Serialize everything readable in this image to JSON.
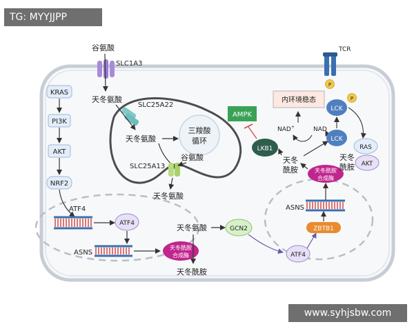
{
  "watermarks": {
    "top_left": "TG: MYYJJPP",
    "bottom_right": "www.syhjsbw.com"
  },
  "labels": {
    "glutamate_outside": "谷氨酸",
    "slc1a3": "SLC1A3",
    "aspartate_in": "天冬氨酸",
    "slc25a22": "SLC25A22",
    "aspartate_mito": "天冬氨酸",
    "tca_line1": "三羧酸",
    "tca_line2": "循环",
    "slc25a13": "SLC25A13",
    "glutamate_mito": "谷氨酸",
    "aspartate_out_mito": "天冬氨酸",
    "kras": "KRAS",
    "pi3k": "PI3K",
    "akt_left": "AKT",
    "nrf2": "NRF2",
    "atf4_label": "ATF4",
    "atf4_protein": "ATF4",
    "asns_left": "ASNS",
    "asns_enzyme_line1": "天冬酰胺",
    "asns_enzyme_line2": "合成酶",
    "aspartate_center": "天冬氨酸",
    "asparagine_center": "天冬酰胺",
    "gcn2": "GCN2",
    "atf4_right": "ATF4",
    "zbtb1": "ZBTB1",
    "asns_right": "ASNS",
    "asns_enzyme_right_line1": "天冬酰胺",
    "asns_enzyme_right_line2": "合成酶",
    "asparagine_right_line1": "天冬",
    "asparagine_right_line2": "酰胺",
    "ampk": "AMPK",
    "lkb1": "LKB1",
    "homeostasis": "内环境稳态",
    "nad_plus": "NAD",
    "nad_plus_sup": "+",
    "nad": "NAD",
    "lck_top": "LCK",
    "lck_bottom": "LCK",
    "p_top": "P",
    "p_right": "P",
    "ras": "RAS",
    "akt_right": "AKT",
    "asparagine_akt_line1": "天冬",
    "asparagine_akt_line2": "酰胺",
    "tcr": "TCR"
  },
  "colors": {
    "cell_border": "#c7cdd5",
    "cell_fill": "#f7f8fa",
    "mito_stroke": "#4d4d4d",
    "tca_fill": "#eef3f8",
    "transporter_purple": "#a88ad8",
    "transporter_teal": "#7fc9c8",
    "transporter_green": "#b8dc7e",
    "blue_box": "#e3edf9",
    "enzyme_magenta": "#c0268e",
    "gcn2_green": "#d8f0c8",
    "atf4_purple": "#e7e0f7",
    "lkb1_dark": "#2f5e4c",
    "ampk_green": "#3aa257",
    "zbtb1_orange": "#e98a2e",
    "lck_blue": "#4f7fbf",
    "p_yellow": "#f2c84b",
    "tcr_blue": "#3a6fb0",
    "dna_red": "#d9534f",
    "dna_blue": "#3a6fb0",
    "homeostasis_fill": "#fde9e2"
  }
}
